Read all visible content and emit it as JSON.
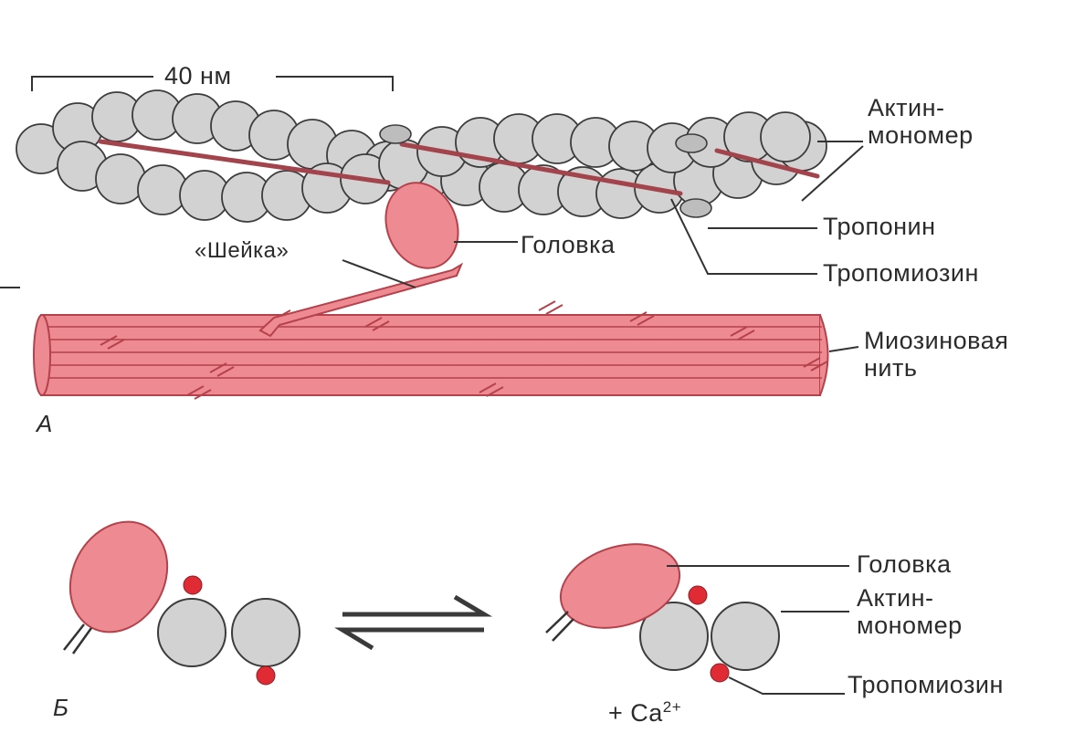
{
  "scale_bar": {
    "label": "40 нм"
  },
  "panel_a": {
    "letter": "А",
    "labels": {
      "actin_monomer": "Актин-\nмономер",
      "troponin": "Тропонин",
      "tropomyosin": "Тропомиозин",
      "head": "Головка",
      "neck": "«Шейка»",
      "myosin_filament": "Миозиновая\nнить"
    }
  },
  "panel_b": {
    "letter": "Б",
    "labels": {
      "head": "Головка",
      "actin_monomer": "Актин-\nмономер",
      "tropomyosin": "Тропомиозин",
      "calcium_prefix": "+ Ca",
      "calcium_sup": "2+"
    }
  },
  "colors": {
    "myosin": "#ee8b92",
    "myosin_outline": "#b4414b",
    "actin": "#d2d2d2",
    "actin_outline": "#3c3c3c",
    "tropomyosin_strand": "#a3434b",
    "tropomyosin_dot": "#e02b35",
    "line": "#333333"
  }
}
